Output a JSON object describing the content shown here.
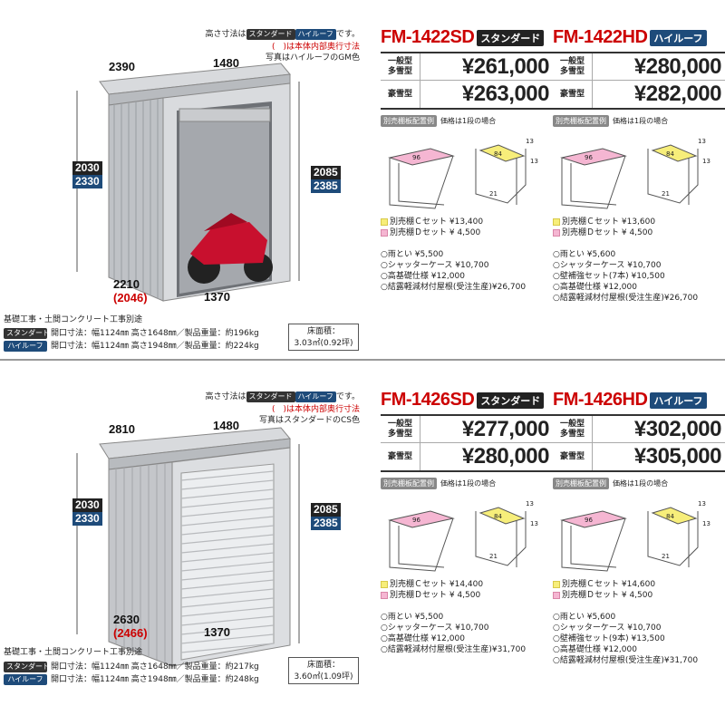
{
  "notes": {
    "height_prefix": "高さ寸法は",
    "height_std": "スタンダード",
    "height_hi": "ハイルーフ",
    "height_suffix": "です。",
    "inner_depth": "(　)は本体内部奥行寸法"
  },
  "sections": [
    {
      "photo_note": "写真はハイルーフのGM色",
      "dims": {
        "depth": "2390",
        "width": "1480",
        "height_std": "2030",
        "height_hi": "2330",
        "front_std": "2085",
        "front_hi": "2385",
        "bottom_depth": "2210",
        "inner_depth": "(2046)",
        "bottom_width": "1370"
      },
      "foundation": "基礎工事・土間コンクリート工事別途",
      "openings": [
        {
          "type": "スタンダード",
          "text": "開口寸法：幅1124㎜ 高さ1648㎜／製品重量：約196kg"
        },
        {
          "type": "ハイルーフ",
          "text": "開口寸法：幅1124㎜ 高さ1948㎜／製品重量：約224kg"
        }
      ],
      "floor": {
        "label": "床面積：",
        "value": "3.03㎡(0.92坪)"
      },
      "models": [
        {
          "name": "FM-1422SD",
          "tag": "スタンダード",
          "tag_type": "std",
          "price_label_1a": "一般型",
          "price_label_1b": "多雪型",
          "price1": "¥261,000",
          "price_label_2": "豪雪型",
          "price2": "¥263,000",
          "shelf_label": "別売棚板配置例",
          "shelf_note": "価格は1段の場合",
          "shelf_nums": [
            "96",
            "84",
            "13",
            "21",
            "13"
          ],
          "set_c": "別売棚Ｃセット ¥13,400",
          "set_d": "別売棚Ｄセット ¥ 4,500",
          "options": [
            "○雨とい ¥5,500",
            "○シャッターケース ¥10,700",
            "○高基礎仕様 ¥12,000",
            "○結露軽減材付屋根(受注生産)¥26,700"
          ]
        },
        {
          "name": "FM-1422HD",
          "tag": "ハイルーフ",
          "tag_type": "hi",
          "price_label_1a": "一般型",
          "price_label_1b": "多雪型",
          "price1": "¥280,000",
          "price_label_2": "豪雪型",
          "price2": "¥282,000",
          "shelf_label": "別売棚板配置例",
          "shelf_note": "価格は1段の場合",
          "shelf_nums": [
            "96",
            "84",
            "13",
            "21",
            "13"
          ],
          "set_c": "別売棚Ｃセット ¥13,600",
          "set_d": "別売棚Ｄセット ¥ 4,500",
          "options": [
            "○雨とい ¥5,600",
            "○シャッターケース ¥10,700",
            "○壁補強セット(7本) ¥10,500",
            "○高基礎仕様 ¥12,000",
            "○結露軽減材付屋根(受注生産)¥26,700"
          ]
        }
      ]
    },
    {
      "photo_note": "写真はスタンダードのCS色",
      "dims": {
        "depth": "2810",
        "width": "1480",
        "height_std": "2030",
        "height_hi": "2330",
        "front_std": "2085",
        "front_hi": "2385",
        "bottom_depth": "2630",
        "inner_depth": "(2466)",
        "bottom_width": "1370"
      },
      "foundation": "基礎工事・土間コンクリート工事別途",
      "openings": [
        {
          "type": "スタンダード",
          "text": "開口寸法：幅1124㎜ 高さ1648㎜／製品重量：約217kg"
        },
        {
          "type": "ハイルーフ",
          "text": "開口寸法：幅1124㎜ 高さ1948㎜／製品重量：約248kg"
        }
      ],
      "floor": {
        "label": "床面積：",
        "value": "3.60㎡(1.09坪)"
      },
      "models": [
        {
          "name": "FM-1426SD",
          "tag": "スタンダード",
          "tag_type": "std",
          "price_label_1a": "一般型",
          "price_label_1b": "多雪型",
          "price1": "¥277,000",
          "price_label_2": "豪雪型",
          "price2": "¥280,000",
          "shelf_label": "別売棚板配置例",
          "shelf_note": "価格は1段の場合",
          "shelf_nums": [
            "96",
            "84",
            "13",
            "21",
            "13"
          ],
          "set_c": "別売棚Ｃセット ¥14,400",
          "set_d": "別売棚Ｄセット ¥ 4,500",
          "options": [
            "○雨とい ¥5,500",
            "○シャッターケース ¥10,700",
            "○高基礎仕様 ¥12,000",
            "○結露軽減材付屋根(受注生産)¥31,700"
          ]
        },
        {
          "name": "FM-1426HD",
          "tag": "ハイルーフ",
          "tag_type": "hi",
          "price_label_1a": "一般型",
          "price_label_1b": "多雪型",
          "price1": "¥302,000",
          "price_label_2": "豪雪型",
          "price2": "¥305,000",
          "shelf_label": "別売棚板配置例",
          "shelf_note": "価格は1段の場合",
          "shelf_nums": [
            "96",
            "84",
            "13",
            "21",
            "13"
          ],
          "set_c": "別売棚Ｃセット ¥14,600",
          "set_d": "別売棚Ｄセット ¥ 4,500",
          "options": [
            "○雨とい ¥5,600",
            "○シャッターケース ¥10,700",
            "○壁補強セット(9本) ¥13,500",
            "○高基礎仕様 ¥12,000",
            "○結露軽減材付屋根(受注生産)¥31,700"
          ]
        }
      ]
    }
  ]
}
